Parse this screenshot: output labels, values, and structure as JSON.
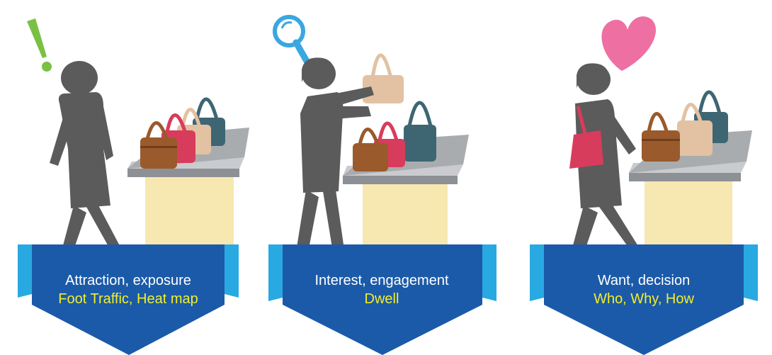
{
  "panels": [
    {
      "caption": "Attraction, exposure",
      "highlight": "Foot Traffic, Heat map",
      "symbol": "exclamation-icon",
      "symbol_color": "#7ac043"
    },
    {
      "caption": "Interest, engagement",
      "highlight": "Dwell",
      "symbol": "magnifier-icon",
      "symbol_color": "#3aa7e0"
    },
    {
      "caption": "Want, decision",
      "highlight": "Who, Why, How",
      "symbol": "heart-icon",
      "symbol_color": "#ee6fa2"
    }
  ],
  "colors": {
    "banner": "#1b5aa8",
    "banner_side": "#29a9e1",
    "highlight_text": "#f3ee2a",
    "figure": "#5b5b5b",
    "table_top": "#a9acaf",
    "table_stand": "#f7e7b0",
    "bag_brown": "#9a5a2c",
    "bag_pink": "#d83c5c",
    "bag_beige": "#e2c2a2",
    "bag_teal": "#3e6672"
  }
}
